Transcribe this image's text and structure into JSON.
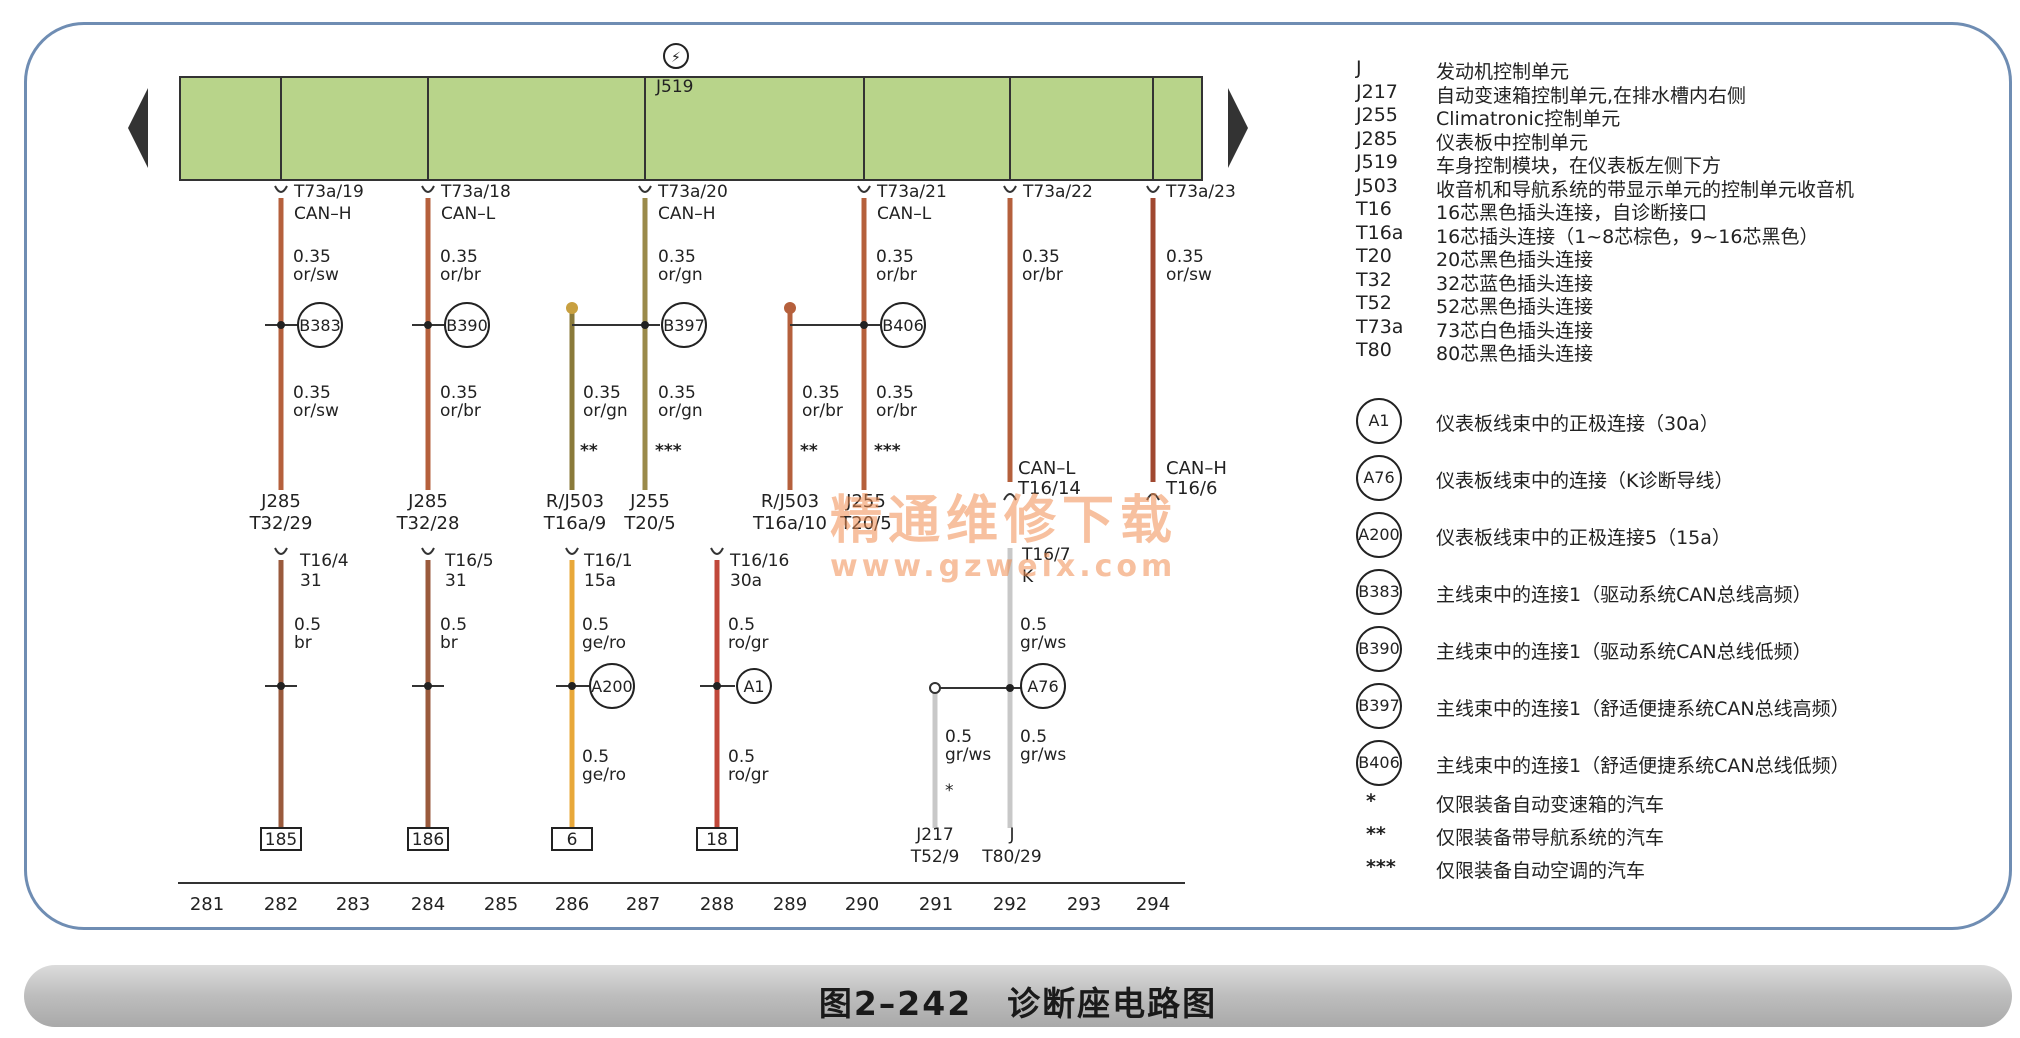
{
  "module": {
    "name": "J519",
    "symbol": "⚡"
  },
  "connectors_top": [
    {
      "pin": "T73a/19",
      "signal": "CAN–H"
    },
    {
      "pin": "T73a/18",
      "signal": "CAN–L"
    },
    {
      "pin": "T73a/20",
      "signal": "CAN–H"
    },
    {
      "pin": "T73a/21",
      "signal": "CAN–L"
    },
    {
      "pin": "T73a/22",
      "signal": ""
    },
    {
      "pin": "T73a/23",
      "signal": ""
    }
  ],
  "wires": [
    {
      "size": "0.35",
      "color": "or/sw"
    },
    {
      "size": "0.35",
      "color": "or/br"
    },
    {
      "size": "0.35",
      "color": "or/gn"
    },
    {
      "size": "0.35",
      "color": "or/br"
    },
    {
      "size": "0.35",
      "color": "or/br"
    },
    {
      "size": "0.35",
      "color": "or/sw"
    }
  ],
  "junctions": [
    "B383",
    "B390",
    "B397",
    "B406"
  ],
  "branches": [
    {
      "size": "0.35",
      "color": "or/gn",
      "stars": "**",
      "dest": "R/J503",
      "pin": "T16a/9"
    },
    {
      "size": "0.35",
      "color": "or/br",
      "stars": "**",
      "dest": "R/J503",
      "pin": "T16a/10"
    }
  ],
  "lower_wires": [
    {
      "size": "0.35",
      "color": "or/sw",
      "dest": "J285",
      "pin": "T32/29"
    },
    {
      "size": "0.35",
      "color": "or/br",
      "dest": "J285",
      "pin": "T32/28"
    },
    {
      "size": "0.35",
      "color": "or/gn",
      "stars": "***",
      "dest": "J255",
      "pin": "T20/5"
    },
    {
      "size": "0.35",
      "color": "or/br",
      "stars": "***",
      "dest": "J255",
      "pin": "T20/5"
    }
  ],
  "diag_pins": [
    {
      "pin": "CAN–L",
      "num": "T16/14"
    },
    {
      "pin": "CAN–H",
      "num": "T16/6"
    }
  ],
  "t16_pins": [
    {
      "pin": "T16/4",
      "sig": "31",
      "size": "0.5",
      "color": "br",
      "size2": "",
      "color2": "",
      "box": "185"
    },
    {
      "pin": "T16/5",
      "sig": "31",
      "size": "0.5",
      "color": "br",
      "size2": "",
      "color2": "",
      "box": "186"
    },
    {
      "pin": "T16/1",
      "sig": "15a",
      "size": "0.5",
      "color": "ge/ro",
      "size2": "0.5",
      "color2": "ge/ro",
      "box": "6"
    },
    {
      "pin": "T16/16",
      "sig": "30a",
      "size": "0.5",
      "color": "ro/gr",
      "size2": "0.5",
      "color2": "ro/gr",
      "box": "18"
    },
    {
      "pin": "T16/7",
      "sig": "K",
      "size": "0.5",
      "color": "gr/ws",
      "size2": "0.5",
      "color2": "gr/ws",
      "box": ""
    }
  ],
  "lower_junctions": [
    "A200",
    "A1",
    "A76"
  ],
  "k_branch": {
    "size": "0.5",
    "color": "gr/ws",
    "star": "*",
    "dest": "J217",
    "pin": "T52/9"
  },
  "k_end": {
    "dest": "J",
    "pin": "T80/29"
  },
  "scale": [
    "281",
    "282",
    "283",
    "284",
    "285",
    "286",
    "287",
    "288",
    "289",
    "290",
    "291",
    "292",
    "293",
    "294"
  ],
  "legend": [
    {
      "code": "J",
      "desc": "发动机控制单元"
    },
    {
      "code": "J217",
      "desc": "自动变速箱控制单元,在排水槽内右侧"
    },
    {
      "code": "J255",
      "desc": "Climatronic控制单元"
    },
    {
      "code": "J285",
      "desc": "仪表板中控制单元"
    },
    {
      "code": "J519",
      "desc": "车身控制模块，在仪表板左侧下方"
    },
    {
      "code": "J503",
      "desc": "收音机和导航系统的带显示单元的控制单元收音机"
    },
    {
      "code": "T16",
      "desc": "16芯黑色插头连接，自诊断接口"
    },
    {
      "code": "T16a",
      "desc": "16芯插头连接（1~8芯棕色，9~16芯黑色）"
    },
    {
      "code": "T20",
      "desc": "20芯黑色插头连接"
    },
    {
      "code": "T32",
      "desc": "32芯蓝色插头连接"
    },
    {
      "code": "T52",
      "desc": "52芯黑色插头连接"
    },
    {
      "code": "T73a",
      "desc": "73芯白色插头连接"
    },
    {
      "code": "T80",
      "desc": "80芯黑色插头连接"
    }
  ],
  "circle_legend": [
    {
      "code": "A1",
      "desc": "仪表板线束中的正极连接（30a）"
    },
    {
      "code": "A76",
      "desc": "仪表板线束中的连接（K诊断导线）"
    },
    {
      "code": "A200",
      "desc": "仪表板线束中的正极连接5（15a）"
    },
    {
      "code": "B383",
      "desc": "主线束中的连接1（驱动系统CAN总线高频）"
    },
    {
      "code": "B390",
      "desc": "主线束中的连接1（驱动系统CAN总线低频）"
    },
    {
      "code": "B397",
      "desc": "主线束中的连接1（舒适便捷系统CAN总线高频）"
    },
    {
      "code": "B406",
      "desc": "主线束中的连接1（舒适便捷系统CAN总线低频）"
    }
  ],
  "star_legend": [
    {
      "mark": "*",
      "desc": "仅限装备自动变速箱的汽车"
    },
    {
      "mark": "**",
      "desc": "仅限装备带导航系统的汽车"
    },
    {
      "mark": "***",
      "desc": "仅限装备自动空调的汽车"
    }
  ],
  "watermark": {
    "line1": "精通维修下载",
    "line2": "www.gzweix.com"
  },
  "caption": "图2–242　诊断座电路图",
  "colors": {
    "module": "#b8d48a",
    "wire_or": "#b5603c",
    "wire_ge": "#e8a83a",
    "wire_gr": "#c8c8c8",
    "frame": "#6f8db3"
  }
}
